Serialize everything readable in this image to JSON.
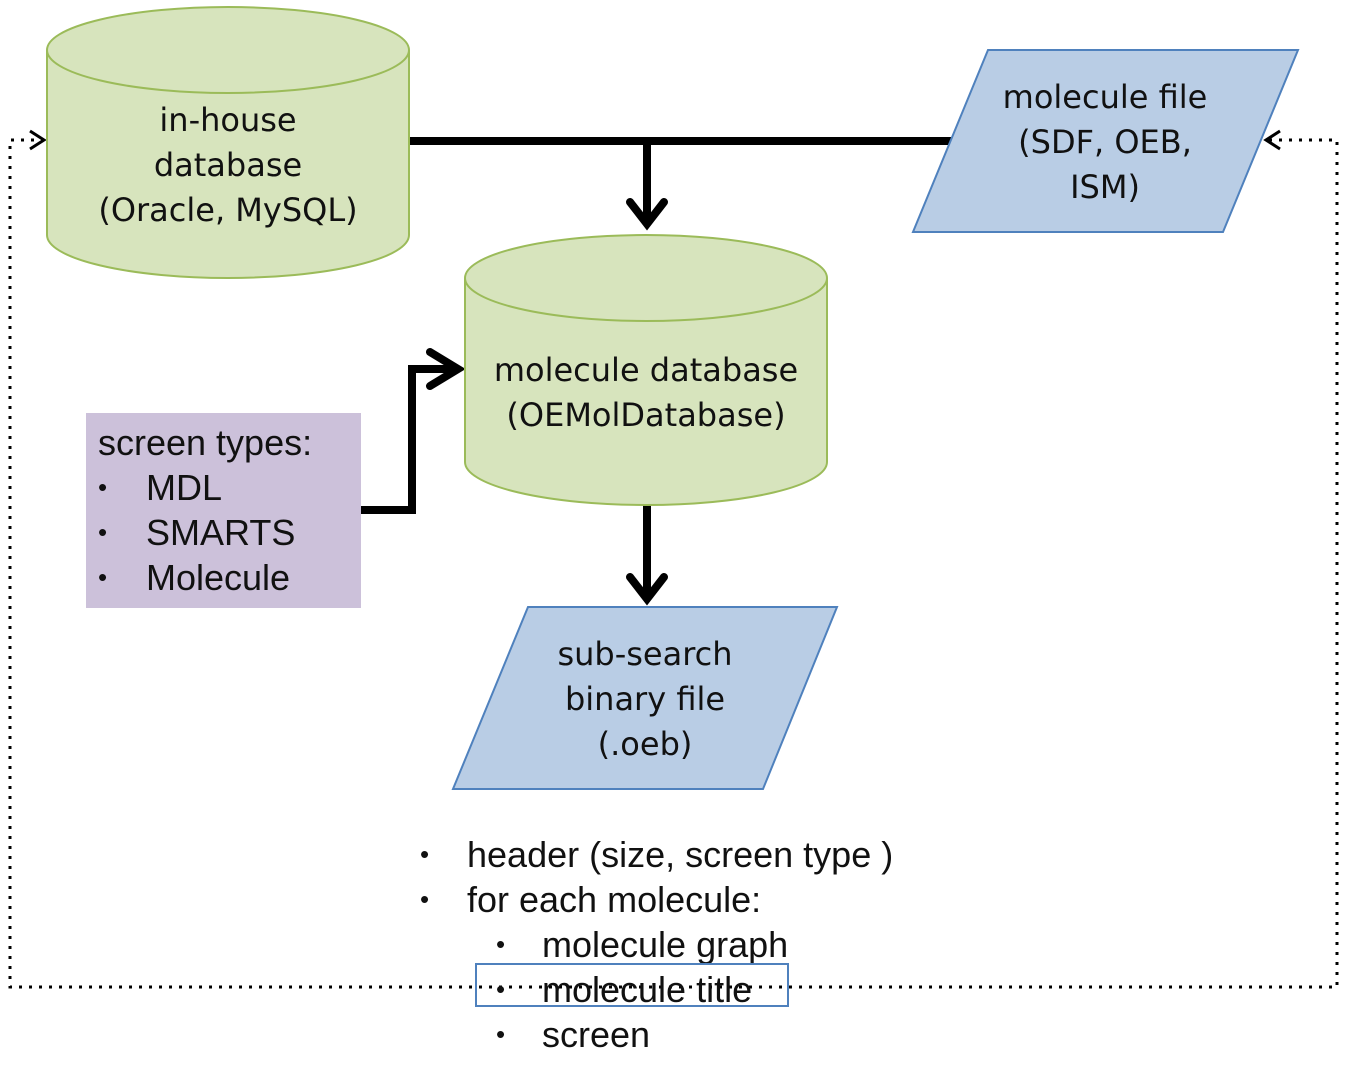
{
  "nodes": {
    "inhouse_db": {
      "lines": [
        "in-house",
        "database",
        "(Oracle, MySQL)"
      ]
    },
    "molecule_file": {
      "lines": [
        "molecule file",
        "(SDF, OEB,",
        "ISM)"
      ]
    },
    "molecule_db": {
      "lines": [
        "molecule database",
        "(OEMolDatabase)"
      ]
    },
    "subsearch_file": {
      "lines": [
        "sub-search",
        "binary file",
        "(.oeb)"
      ]
    },
    "screen_types": {
      "title": "screen types:",
      "items": [
        "MDL",
        "SMARTS",
        "Molecule"
      ]
    }
  },
  "file_contents": {
    "items": [
      "header (size, screen type )",
      "for each molecule:"
    ],
    "sub_items": [
      "molecule graph",
      "molecule title",
      "screen"
    ],
    "highlighted_item": "molecule title"
  },
  "bullet_symbol": "•",
  "colors": {
    "database_fill": "#d7e4bd",
    "database_stroke": "#9bbb59",
    "file_fill": "#b9cde5",
    "file_stroke": "#4f81bd",
    "screen_fill": "#ccc1da",
    "arrow": "#000000"
  }
}
